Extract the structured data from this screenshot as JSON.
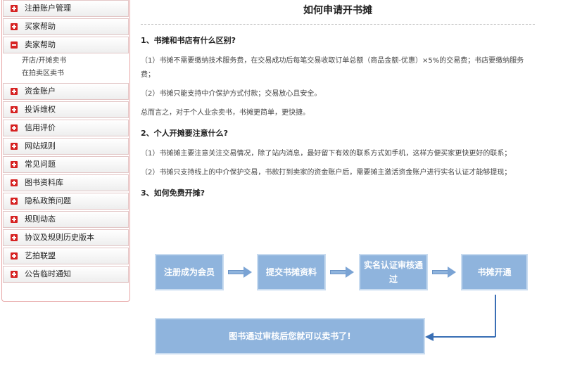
{
  "sidebar": {
    "items": [
      {
        "label": "注册账户管理",
        "expanded": false
      },
      {
        "label": "买家帮助",
        "expanded": false
      },
      {
        "label": "卖家帮助",
        "expanded": true,
        "children": [
          "开店/开摊卖书",
          "在拍卖区卖书"
        ]
      },
      {
        "label": "资金账户",
        "expanded": false
      },
      {
        "label": "投诉维权",
        "expanded": false
      },
      {
        "label": "信用评价",
        "expanded": false
      },
      {
        "label": "网站规则",
        "expanded": false
      },
      {
        "label": "常见问题",
        "expanded": false
      },
      {
        "label": "图书资料库",
        "expanded": false
      },
      {
        "label": "隐私政策问题",
        "expanded": false
      },
      {
        "label": "规则动态",
        "expanded": false
      },
      {
        "label": "协议及规则历史版本",
        "expanded": false
      },
      {
        "label": "艺拍联盟",
        "expanded": false
      },
      {
        "label": "公告临时通知",
        "expanded": false
      }
    ]
  },
  "article": {
    "title": "如何申请开书摊",
    "q1": "1、书摊和书店有什么区别?",
    "q1_p1": "（1）书摊不需要缴纳技术服务费，在交易成功后每笔交易收取订单总额（商品金额-优惠）×5%的交易费；书店要缴纳服务费；",
    "q1_p2": "（2）书摊只能支持中介保护方式付款；交易放心且安全。",
    "q1_p3": "总而言之，对于个人业余卖书，书摊更简单，更快捷。",
    "q2": "2、个人开摊要注意什么?",
    "q2_p1": "（1）书摊摊主要注意关注交易情况，除了站内消息，最好留下有效的联系方式如手机，这样方便买家更快更好的联系；",
    "q2_p2": "（2）书摊只支持线上的中介保护交易，书款打到卖家的资金账户后，需要摊主激活资金账户进行实名认证才能够提现；",
    "q3": "3、如何免费开摊?"
  },
  "flow": {
    "steps": [
      "注册成为会员",
      "提交书摊资料",
      "实名认证审核通过",
      "书摊开通"
    ],
    "final": "图书通过审核后您就可以卖书了!"
  },
  "colors": {
    "box": "#8fb4dd",
    "accent": "#d62222"
  }
}
